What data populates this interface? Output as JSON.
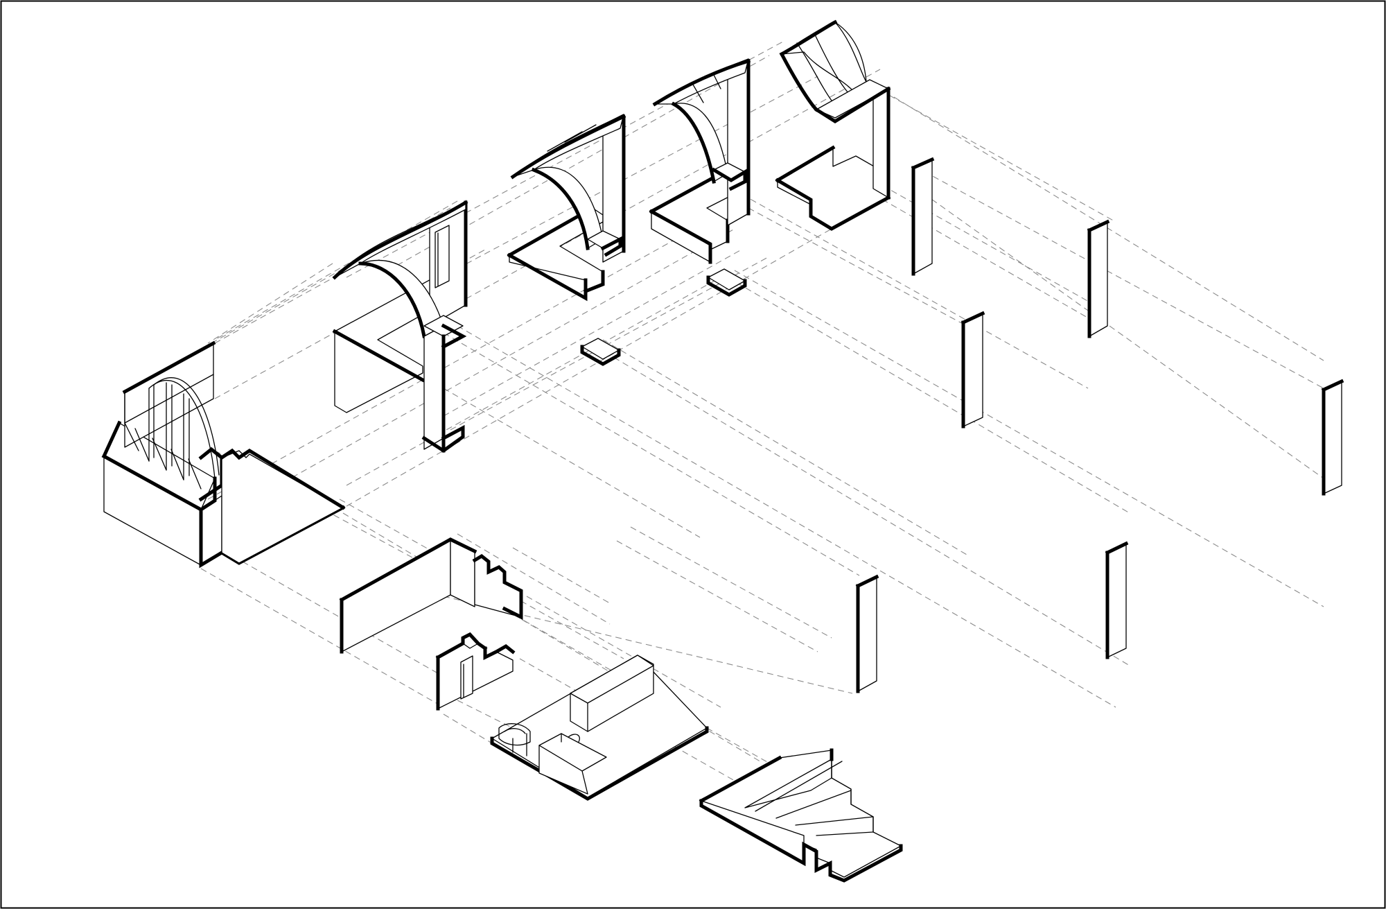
{
  "diagram": {
    "kind": "exploded axonometric drawing",
    "colors": {
      "background": "#ffffff",
      "ink": "#000000",
      "projection": "#8a8a8a"
    },
    "line_styles": [
      "thick-outline",
      "thin-edge",
      "dashed-projection"
    ],
    "components": [
      "frame",
      "arched-window-wall",
      "stepped-floor-slab",
      "vault-module-1",
      "vault-module-2",
      "vault-module-3",
      "vault-module-4",
      "column-blocks",
      "l-shaped-wall",
      "door-wall",
      "furnished-floor-slab",
      "staircase",
      "wall-panels"
    ]
  }
}
